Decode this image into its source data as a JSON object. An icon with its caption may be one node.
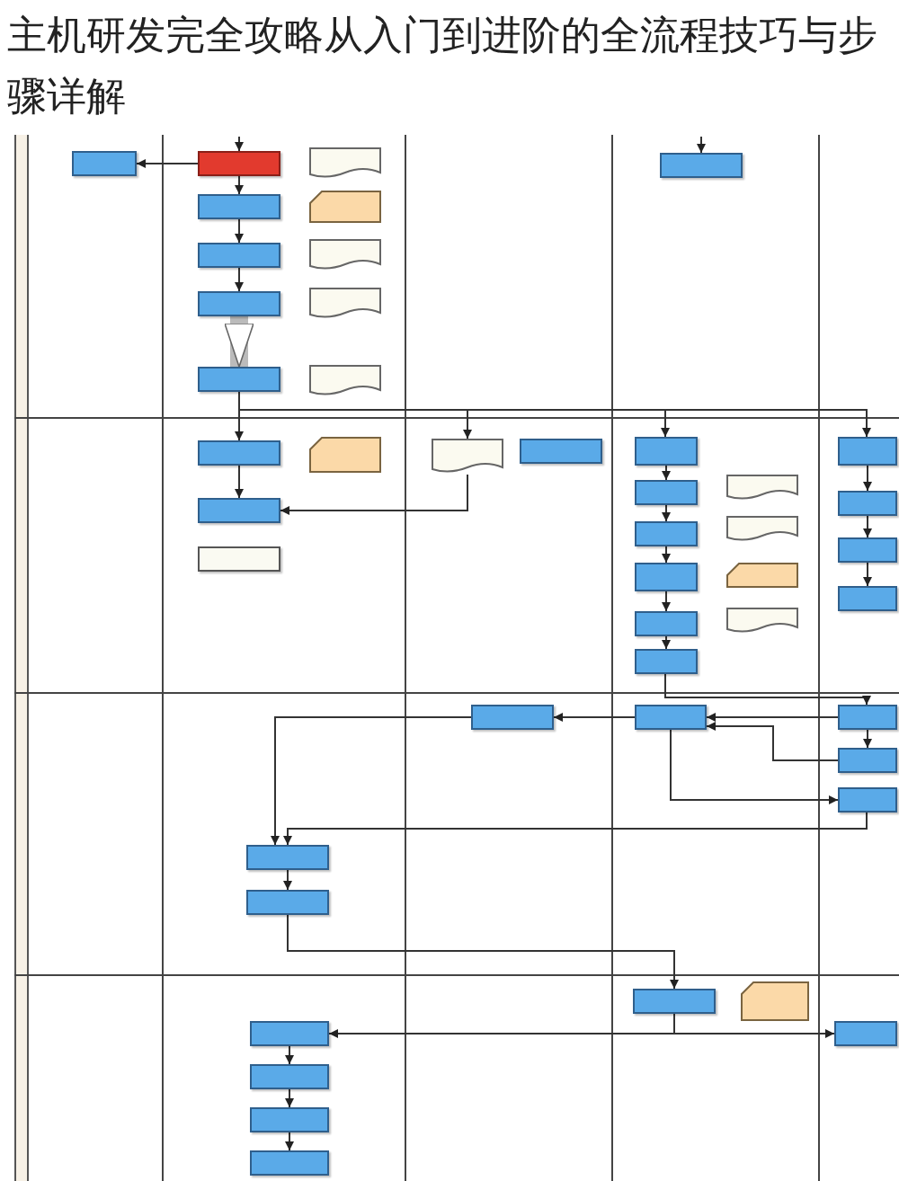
{
  "diagram": {
    "title": "主机研发完全攻略从入门到进阶的全流程技巧与步骤详解",
    "nodes": [
      {
        "text": [],
        "shape": "box"
      },
      {
        "text": [],
        "shape": "box"
      },
      {
        "text": [],
        "shape": "document"
      },
      {
        "text": [],
        "shape": "box"
      },
      {
        "text": [],
        "shape": "card"
      },
      {
        "text": [],
        "shape": "box"
      },
      {
        "text": [],
        "shape": "document"
      },
      {
        "text": [],
        "shape": "box"
      },
      {
        "text": [],
        "shape": "document"
      },
      {
        "text": [],
        "shape": "box"
      },
      {
        "text": [],
        "shape": "document"
      },
      {
        "text": [],
        "shape": "box"
      },
      {
        "text": [],
        "shape": "box"
      },
      {
        "text": [],
        "shape": "card"
      },
      {
        "text": [],
        "shape": "box"
      },
      {
        "text": [],
        "shape": "box"
      },
      {
        "text": [],
        "shape": "document"
      },
      {
        "text": [],
        "shape": "box"
      },
      {
        "text": [],
        "shape": "box"
      },
      {
        "text": [],
        "shape": "box"
      },
      {
        "text": [],
        "shape": "box"
      },
      {
        "text": [],
        "shape": "box"
      },
      {
        "text": [],
        "shape": "box"
      },
      {
        "text": [],
        "shape": "box"
      },
      {
        "text": [],
        "shape": "document"
      },
      {
        "text": [],
        "shape": "document"
      },
      {
        "text": [],
        "shape": "card"
      },
      {
        "text": [],
        "shape": "document"
      },
      {
        "text": [],
        "shape": "box"
      },
      {
        "text": [],
        "shape": "box"
      },
      {
        "text": [],
        "shape": "box"
      },
      {
        "text": [],
        "shape": "box"
      },
      {
        "text": [],
        "shape": "box"
      },
      {
        "text": [],
        "shape": "box"
      },
      {
        "text": [],
        "shape": "box"
      },
      {
        "text": [],
        "shape": "box"
      },
      {
        "text": [],
        "shape": "box"
      },
      {
        "text": [],
        "shape": "box"
      },
      {
        "text": [],
        "shape": "box"
      },
      {
        "text": [],
        "shape": "box"
      },
      {
        "text": [],
        "shape": "card"
      },
      {
        "text": [],
        "shape": "box"
      },
      {
        "text": [],
        "shape": "box"
      },
      {
        "text": [],
        "shape": "box"
      },
      {
        "text": [],
        "shape": "box"
      },
      {
        "text": [],
        "shape": "box"
      }
    ],
    "edges": [
      {
        "from": 1,
        "to": 0,
        "arrow": "to"
      },
      {
        "from": null,
        "to": 1,
        "arrow": "to"
      },
      {
        "from": null,
        "to": 11,
        "arrow": "to"
      },
      {
        "from": 1,
        "to": 3,
        "arrow": "to"
      },
      {
        "from": 3,
        "to": 5,
        "arrow": "to"
      },
      {
        "from": 5,
        "to": 7,
        "arrow": "to"
      },
      {
        "from": 7,
        "to": 9,
        "arrow": "to",
        "style": "thick",
        "color": "#bbbbbb"
      },
      {
        "from": 9,
        "to": 12,
        "arrow": "to"
      },
      {
        "from": 9,
        "to": 16,
        "arrow": "to"
      },
      {
        "from": 9,
        "to": 18,
        "arrow": "to"
      },
      {
        "from": 9,
        "to": 28,
        "arrow": "to"
      },
      {
        "from": 12,
        "to": 14,
        "arrow": "to"
      },
      {
        "from": 16,
        "to": 14,
        "arrow": "to"
      },
      {
        "from": 18,
        "to": 19,
        "arrow": "to"
      },
      {
        "from": 19,
        "to": 20,
        "arrow": "to"
      },
      {
        "from": 20,
        "to": 21,
        "arrow": "to"
      },
      {
        "from": 21,
        "to": 22,
        "arrow": "to"
      },
      {
        "from": 22,
        "to": 23,
        "arrow": "to"
      },
      {
        "from": 28,
        "to": 29,
        "arrow": "to"
      },
      {
        "from": 29,
        "to": 30,
        "arrow": "to"
      },
      {
        "from": 30,
        "to": 31,
        "arrow": "to"
      },
      {
        "from": 23,
        "to": 34,
        "arrow": "to"
      },
      {
        "from": 33,
        "to": 32,
        "arrow": "to"
      },
      {
        "from": 34,
        "to": 33,
        "arrow": "to"
      },
      {
        "from": 35,
        "to": 33,
        "arrow": "to"
      },
      {
        "from": 34,
        "to": 35,
        "arrow": "to"
      },
      {
        "from": 33,
        "to": 36,
        "arrow": "to"
      },
      {
        "from": 32,
        "to": 37,
        "arrow": "to"
      },
      {
        "from": 36,
        "to": 37,
        "arrow": "to"
      },
      {
        "from": 37,
        "to": 38,
        "arrow": "to"
      },
      {
        "from": 38,
        "to": 39,
        "arrow": "to"
      },
      {
        "from": 39,
        "to": 41,
        "arrow": "to"
      },
      {
        "from": 39,
        "to": 42,
        "arrow": "to"
      },
      {
        "from": 42,
        "to": 43,
        "arrow": "to"
      },
      {
        "from": 43,
        "to": 44,
        "arrow": "to"
      },
      {
        "from": 44,
        "to": 45,
        "arrow": "to"
      }
    ]
  }
}
